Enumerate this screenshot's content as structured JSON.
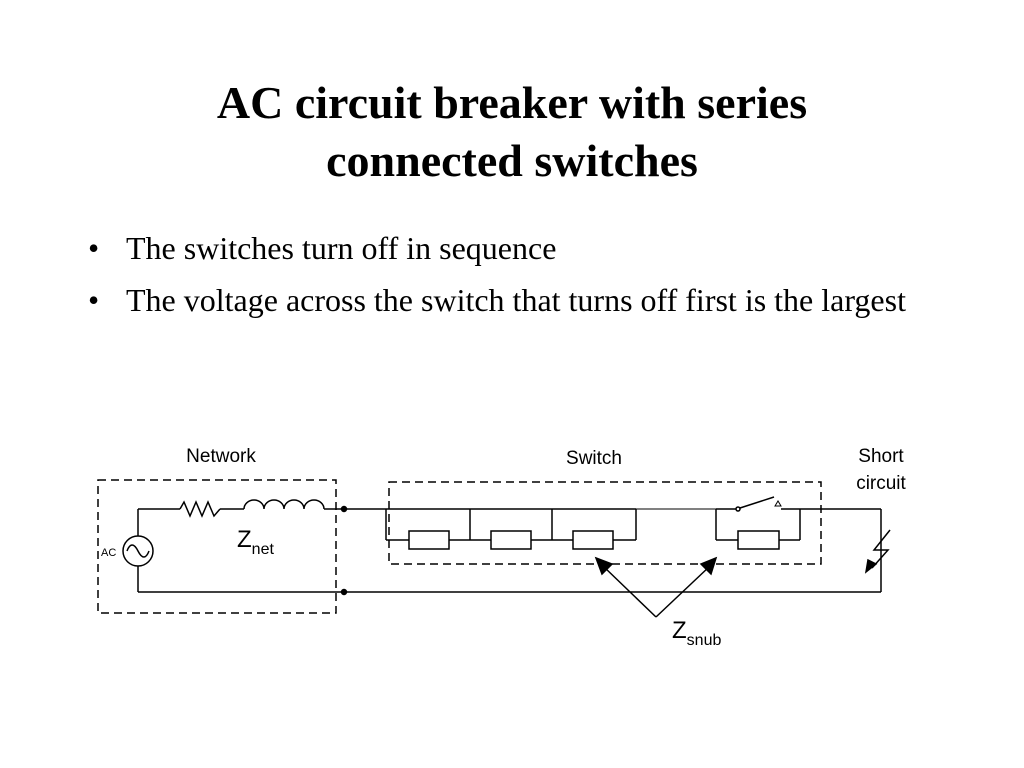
{
  "slide": {
    "title_line1": "AC circuit breaker with series",
    "title_line2": "connected switches",
    "bullets": [
      "The switches turn off in sequence",
      "The voltage across the switch that turns off first is the largest"
    ]
  },
  "diagram": {
    "network_label": "Network",
    "switch_label": "Switch",
    "short_circuit_line1": "Short",
    "short_circuit_line2": "circuit",
    "source_label": "AC",
    "znet_main": "Z",
    "znet_sub": "net",
    "zsnub_main": "Z",
    "zsnub_sub": "snub"
  }
}
